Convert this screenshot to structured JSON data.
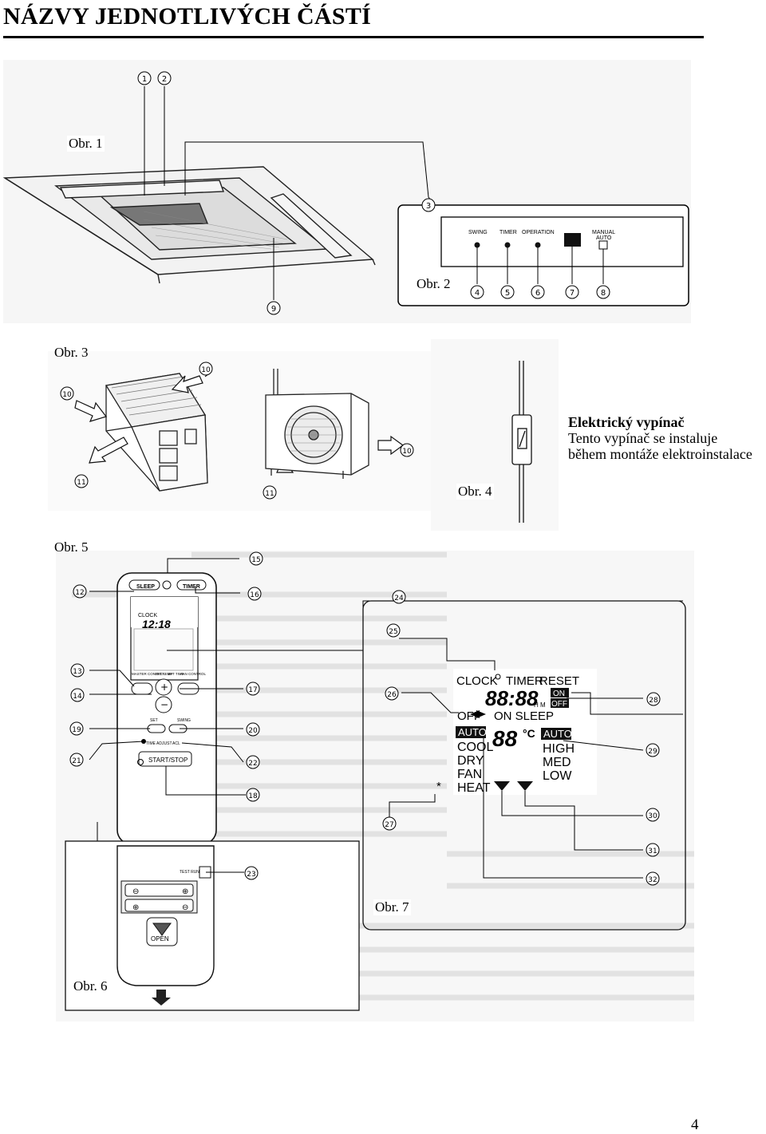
{
  "page": {
    "title": "NÁZVY JEDNOTLIVÝCH ČÁSTÍ",
    "page_number": "4"
  },
  "figures": {
    "obr1": "Obr. 1",
    "obr2": "Obr. 2",
    "obr3": "Obr. 3",
    "obr4": "Obr. 4",
    "obr5": "Obr. 5",
    "obr6": "Obr. 6",
    "obr7": "Obr. 7"
  },
  "switch_note": {
    "heading": "Elektrický vypínač",
    "line1": "Tento vypínač se instaluje",
    "line2": "během montáže elektroinstalace"
  },
  "indoor_panel": {
    "labels": [
      "SWING",
      "TIMER",
      "OPERATION",
      "MANUAL",
      "AUTO"
    ]
  },
  "remote": {
    "sleep": "SLEEP",
    "timer": "TIMER",
    "clock": "CLOCK",
    "time": "12:18",
    "master_control": "MASTER CONTROL",
    "set_temp": "SET TEMP",
    "set_time": "SET TIME",
    "fan_control": "FAN CONTROL",
    "set": "SET",
    "swing": "SWING",
    "time_adjust": "TIME ADJUST",
    "acl": "ACL",
    "start_stop": "START/STOP",
    "test_run": "TEST RUN",
    "open": "OPEN"
  },
  "display": {
    "clock": "CLOCK",
    "timer": "TIMER",
    "reset": "RESET",
    "on": "ON",
    "off_box": "OFF",
    "off": "OFF",
    "on_sleep": "ON SLEEP",
    "digits_time": "88:88",
    "h": "H",
    "m": "M",
    "temp": "88",
    "deg": "°C",
    "modes": [
      "AUTO",
      "COOL",
      "DRY",
      "FAN",
      "HEAT"
    ],
    "fan": [
      "AUTO",
      "HIGH",
      "MED",
      "LOW"
    ],
    "asterisk": "*"
  },
  "callouts": [
    "1",
    "2",
    "3",
    "4",
    "5",
    "6",
    "7",
    "8",
    "9",
    "10",
    "11",
    "12",
    "13",
    "14",
    "15",
    "16",
    "17",
    "18",
    "19",
    "20",
    "21",
    "22",
    "23",
    "24",
    "25",
    "26",
    "27",
    "28",
    "29",
    "30",
    "31",
    "32"
  ]
}
